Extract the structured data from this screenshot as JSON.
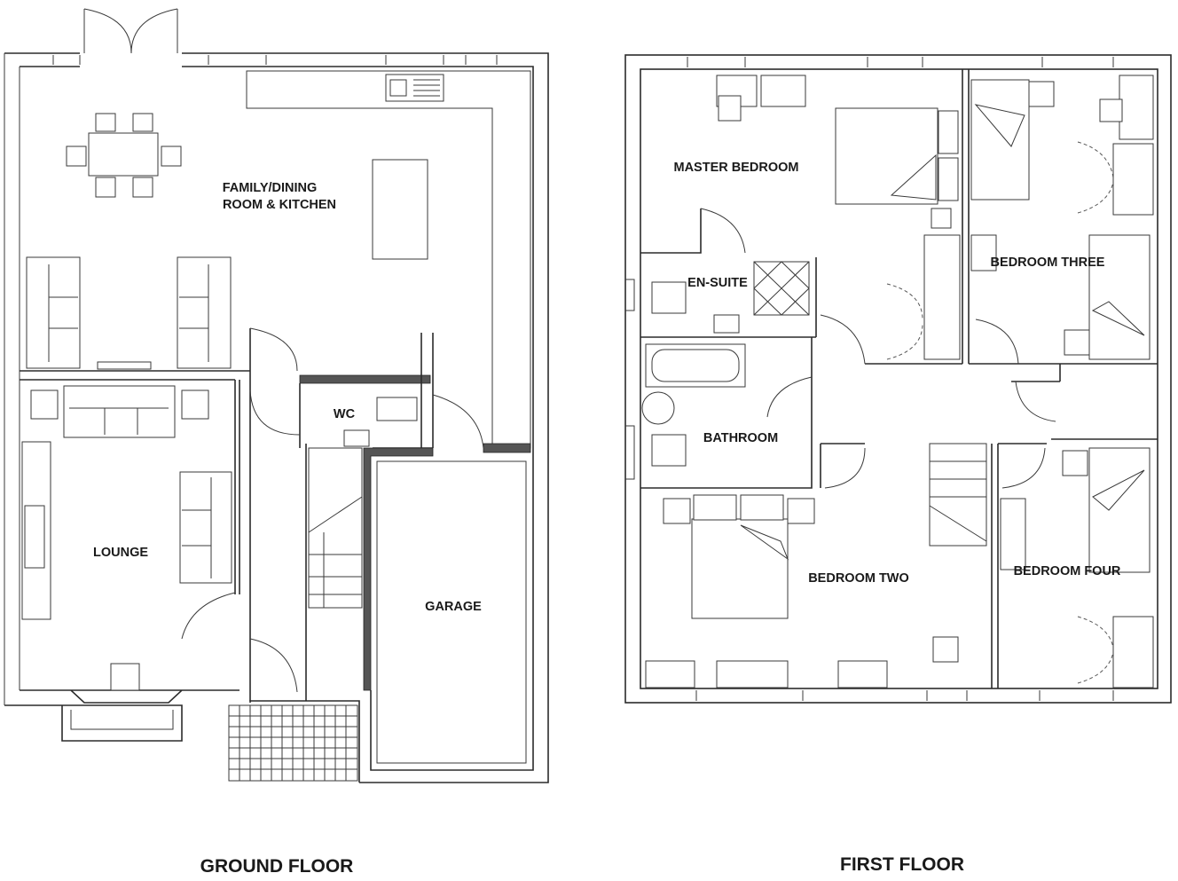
{
  "ground_floor": {
    "title": "GROUND FLOOR",
    "rooms": {
      "family_line1": "FAMILY/DINING",
      "family_line2": "ROOM & KITCHEN",
      "lounge": "LOUNGE",
      "wc": "WC",
      "garage": "GARAGE"
    }
  },
  "first_floor": {
    "title": "FIRST FLOOR",
    "rooms": {
      "master": "MASTER BEDROOM",
      "ensuite": "EN-SUITE",
      "bathroom": "BATHROOM",
      "bed_two": "BEDROOM TWO",
      "bed_three": "BEDROOM THREE",
      "bed_four": "BEDROOM FOUR"
    }
  },
  "colors": {
    "line": "#2b2b2b",
    "background": "#ffffff"
  }
}
